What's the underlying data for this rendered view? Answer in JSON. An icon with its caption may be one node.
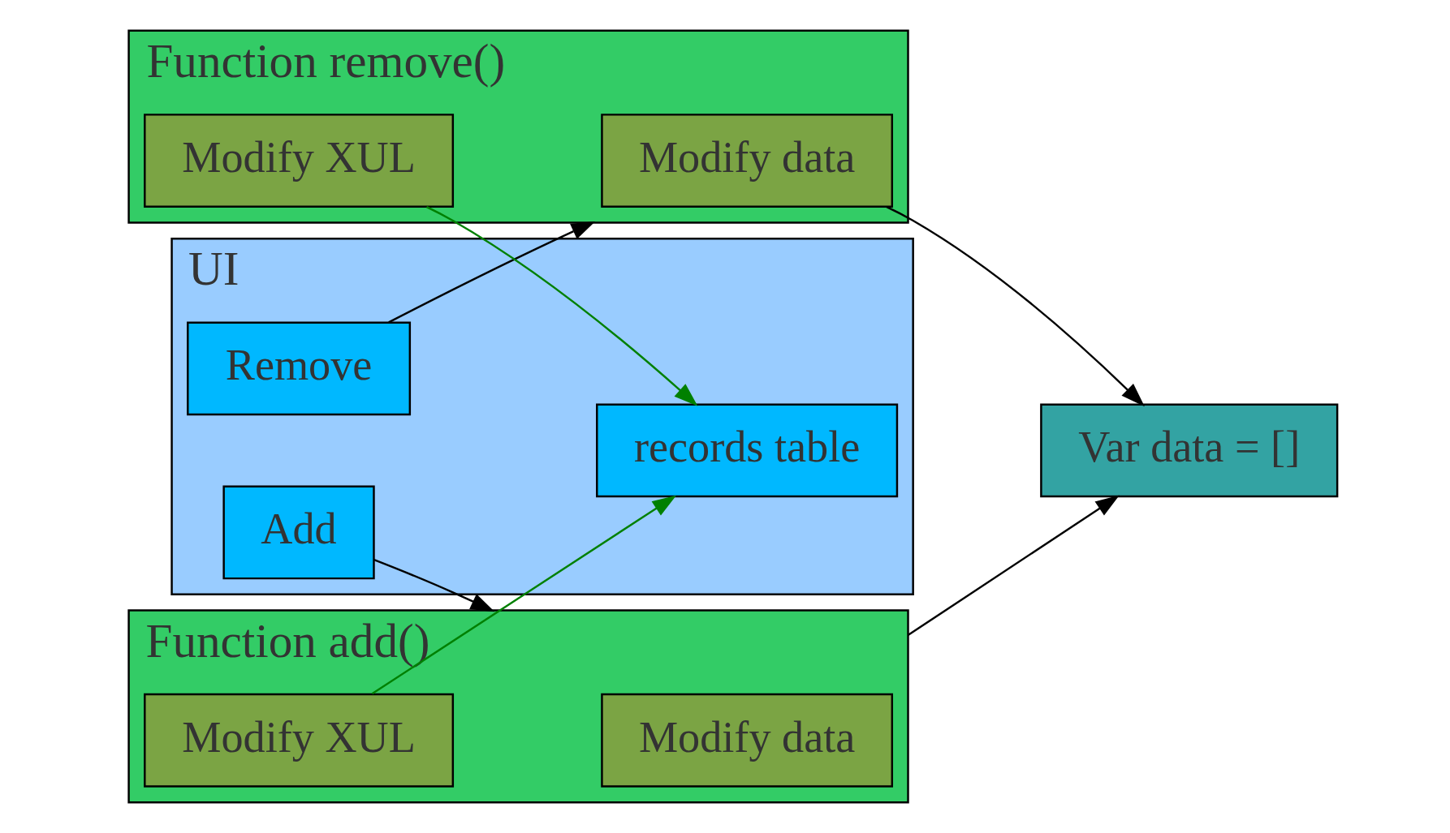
{
  "diagram": {
    "nodes": [
      {
        "text": [
          "UI"
        ]
      },
      {
        "text": [
          "records table"
        ],
        "in": 0
      },
      {
        "text": [
          "Add"
        ],
        "in": 0
      },
      {
        "text": [
          "Remove"
        ],
        "in": 0
      },
      {
        "text": [
          "Function remove()"
        ]
      },
      {
        "text": [
          "Modify data"
        ],
        "in": 4
      },
      {
        "text": [
          "Modify XUL"
        ],
        "in": 4
      },
      {
        "text": [
          "Function add()"
        ]
      },
      {
        "text": [
          "Modify data"
        ],
        "in": 7
      },
      {
        "text": [
          "Modify XUL"
        ],
        "in": 7
      },
      {
        "text": [
          "Var data = []"
        ]
      }
    ],
    "edges": [
      {
        "from": 3,
        "to": 4,
        "arrow": "to"
      },
      {
        "from": 5,
        "to": 10,
        "arrow": "to"
      },
      {
        "from": 6,
        "to": 1,
        "arrow": "to",
        "color": "#008000"
      },
      {
        "from": 2,
        "to": 7,
        "arrow": "to"
      },
      {
        "from": 7,
        "to": 10,
        "arrow": "to"
      },
      {
        "from": 9,
        "to": 1,
        "arrow": "to",
        "color": "#008000"
      }
    ]
  }
}
